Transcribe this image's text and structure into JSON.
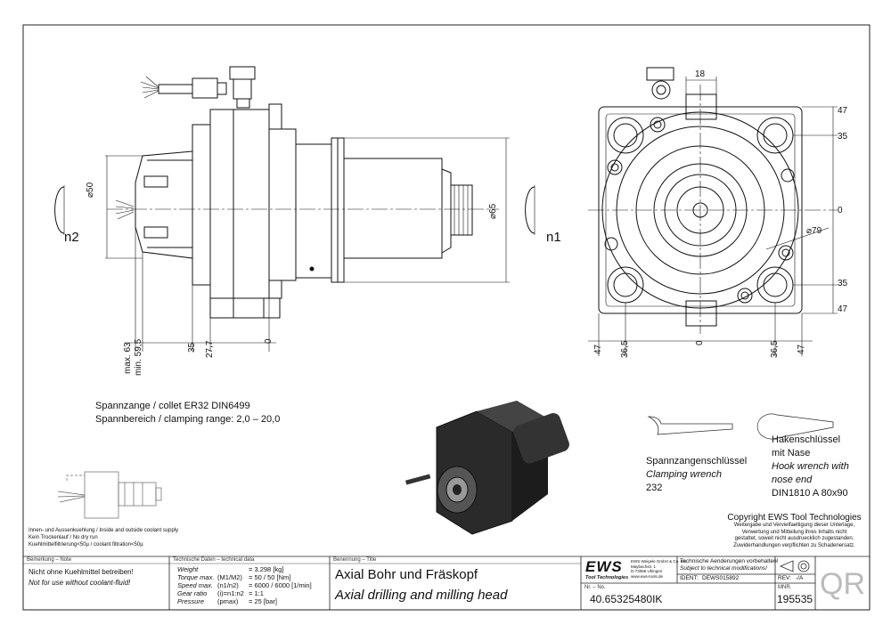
{
  "views": {
    "side": {
      "dia_collet": "⌀50",
      "dia_body": "⌀65",
      "label_n2": "n2",
      "label_n1": "n1",
      "dim_max": "max. 63",
      "dim_min": "min. 59,5",
      "dim_35": "35",
      "dim_27_7": "27,7",
      "dim_0": "0"
    },
    "front": {
      "dim_18": "18",
      "dim_r47_top": "47",
      "dim_r35_top": "35",
      "dim_r0": "0",
      "dia_79": "⌀79",
      "dim_r35_bot": "35",
      "dim_r47_bot": "47",
      "dim_b47_left": "47",
      "dim_b36_5_left": "36,5",
      "dim_b0": "0",
      "dim_b36_5_right": "36,5",
      "dim_b47_right": "47"
    }
  },
  "collet_info": {
    "line1": "Spannzange / collet   ER32   DIN6499",
    "line2": "Spannbereich / clamping range: 2,0 – 20,0"
  },
  "tools": {
    "clamping_de": "Spannzangenschlüssel",
    "clamping_en": "Clamping wrench",
    "clamping_no": "232",
    "hook_de1": "Hakenschlüssel",
    "hook_de2": "mit Nase",
    "hook_en1": "Hook wrench with",
    "hook_en2": "nose end",
    "hook_no": "DIN1810 A 80x90"
  },
  "coolant_notes": [
    "Innen- und Aussenkuehlung / Inside and outside coolant supply",
    "Kein Trockenlauf / No dry run",
    "Kuehlmittelfiltrierung<50µ / coolant filtration<50µ"
  ],
  "copyright": {
    "title": "Copyright EWS Tool Technologies",
    "lines": [
      "Weitergabe und Vervielfaeltigung dieser Unterlage,",
      "Verwertung und Mitteilung ihres Inhalts nicht",
      "gestattet, soweit nicht ausdruecklich zugestanden.",
      "Zuwiderhandlungen verpflichten zu Schadenersatz."
    ]
  },
  "titleblock": {
    "note_label": "Bemerkung – Note",
    "note_de": "Nicht ohne Kuehlmittel betreiben!",
    "note_en": "Not for use without coolant-fluid!",
    "tech_label": "Technische Daten – technical data",
    "tech_rows": [
      {
        "k": "Weight",
        "sym": "",
        "v": "=  3.298 [kg]"
      },
      {
        "k": "Torque max.",
        "sym": "(M1/M2)",
        "v": "=  50 / 50 [Nm]"
      },
      {
        "k": "Speed max.",
        "sym": "(n1/n2)",
        "v": "=  6000 / 6000 [1/min]"
      },
      {
        "k": "Gear ratio",
        "sym": "(i)=n1:n2",
        "v": "=  1:1"
      },
      {
        "k": "Pressure",
        "sym": "(pmax)",
        "v": "=  25 [bar]"
      }
    ],
    "title_label": "Benennung – Title",
    "title_de": "Axial Bohr und Fräskopf",
    "title_en": "Axial drilling and milling head",
    "logo": "EWS",
    "logo_sub": "Tool Technologies",
    "company": [
      "EWS Weigele GmbH & Co. KG",
      "Maybachstr. 1",
      "D-73066 Uhingen",
      "www.ews-tools.de"
    ],
    "mods_de": "Technische Aenderungen vorbehalten!",
    "mods_en": "Subject to technical modifications!",
    "ident_label": "IDENT:",
    "ident": "DEWS015892",
    "rev_label": "REV:",
    "rev": "-/A",
    "nr_label": "Nr. – No.",
    "nr": "40.65325480IK",
    "nr2_label": "MNR.",
    "nr2": "195535",
    "qr": "QR"
  }
}
